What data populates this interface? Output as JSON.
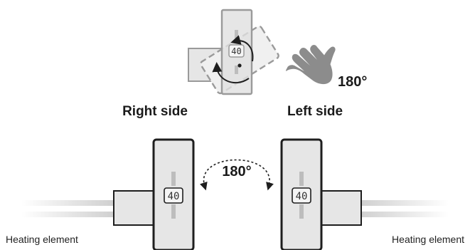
{
  "labels": {
    "right_side": "Right side",
    "left_side": "Left side",
    "rotation_top": "180°",
    "rotation_middle": "180°",
    "heating_left": "Heating element",
    "heating_right": "Heating element"
  },
  "display": {
    "top_reading": "40",
    "left_reading": "40",
    "right_reading": "40"
  },
  "colors": {
    "body_fill": "#e6e6e6",
    "stroke_dark": "#1e1e1e",
    "stroke_grey": "#9a9a9a",
    "hand": "#8c8c8c"
  },
  "icons": [
    "hand-icon",
    "rotate-arrow-icon",
    "curved-arrow-icon"
  ]
}
